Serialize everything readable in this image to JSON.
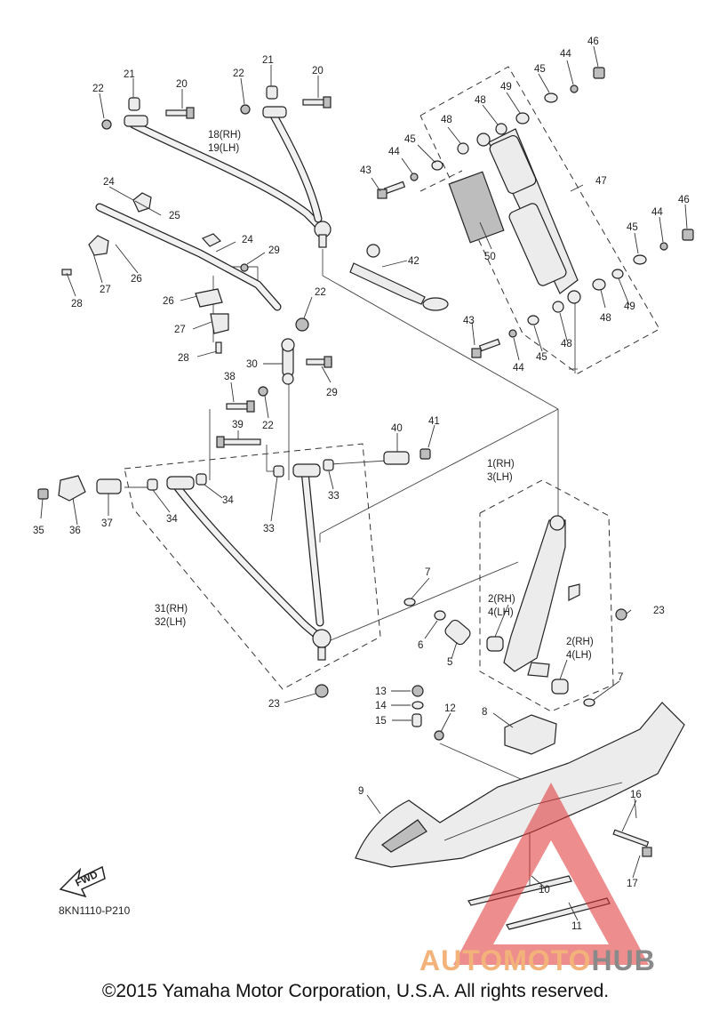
{
  "diagram_code": "8KN1110-P210",
  "copyright": "©2015 Yamaha Motor Corporation, U.S.A. All rights reserved.",
  "fwd_label": "FWD",
  "watermark": {
    "part1": "AUTOMOTO",
    "part2": "HUB"
  },
  "labels": {
    "l1": "1(RH)",
    "l3": "3(LH)",
    "l2a": "2(RH)",
    "l4a": "4(LH)",
    "l2b": "2(RH)",
    "l4b": "4(LH)",
    "l5": "5",
    "l6": "6",
    "l7a": "7",
    "l7b": "7",
    "l8": "8",
    "l9": "9",
    "l10": "10",
    "l11": "11",
    "l12": "12",
    "l13": "13",
    "l14": "14",
    "l15": "15",
    "l16": "16",
    "l17": "17",
    "l18": "18(RH)",
    "l19": "19(LH)",
    "l20a": "20",
    "l20b": "20",
    "l21a": "21",
    "l21b": "21",
    "l22a": "22",
    "l22b": "22",
    "l22c": "22",
    "l22d": "22",
    "l23a": "23",
    "l23b": "23",
    "l24a": "24",
    "l24b": "24",
    "l25": "25",
    "l26a": "26",
    "l26b": "26",
    "l27a": "27",
    "l27b": "27",
    "l28a": "28",
    "l28b": "28",
    "l29a": "29",
    "l29b": "29",
    "l30": "30",
    "l31": "31(RH)",
    "l32": "32(LH)",
    "l33a": "33",
    "l33b": "33",
    "l34a": "34",
    "l34b": "34",
    "l35": "35",
    "l36": "36",
    "l37": "37",
    "l38": "38",
    "l39": "39",
    "l40": "40",
    "l41": "41",
    "l42": "42",
    "l43a": "43",
    "l43b": "43",
    "l44a": "44",
    "l44b": "44",
    "l44c": "44",
    "l44d": "44",
    "l45a": "45",
    "l45b": "45",
    "l45c": "45",
    "l45d": "45",
    "l46a": "46",
    "l46b": "46",
    "l47": "47",
    "l48a": "48",
    "l48b": "48",
    "l48c": "48",
    "l48d": "48",
    "l49a": "49",
    "l49b": "49",
    "l50": "50"
  },
  "colors": {
    "ink": "#222222",
    "watermark_orange": "#f3b27a",
    "watermark_gray": "#8a8a8a",
    "watermark_red": "#e03030"
  }
}
